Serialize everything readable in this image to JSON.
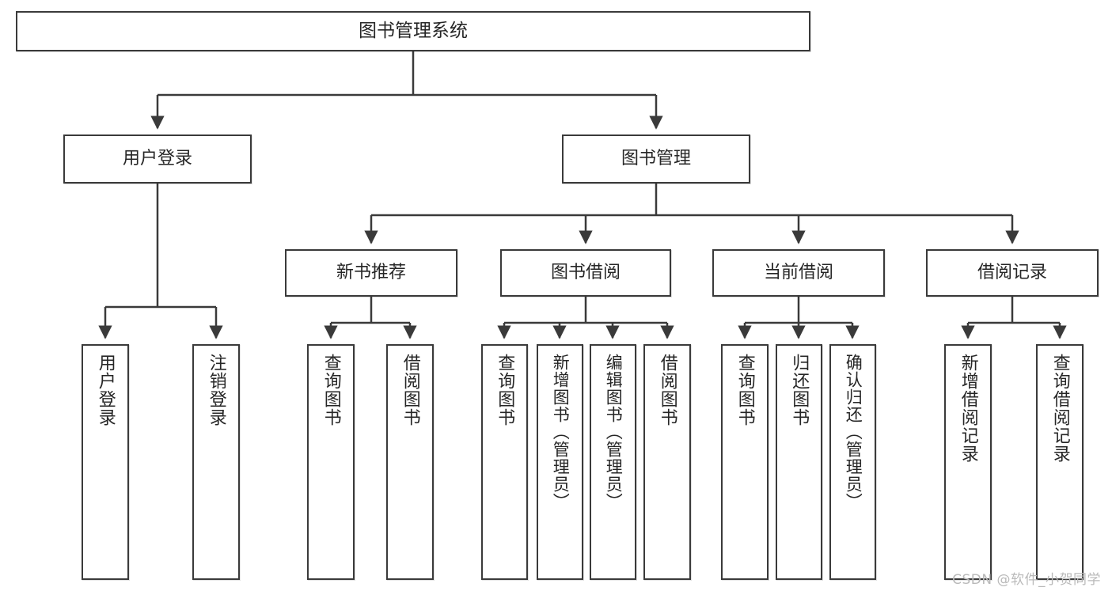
{
  "diagram": {
    "title": "图书管理系统",
    "type": "function-structure-tree",
    "root": {
      "label": "图书管理系统"
    },
    "level2": [
      {
        "label": "用户登录"
      },
      {
        "label": "图书管理"
      }
    ],
    "level3": [
      {
        "label": "新书推荐"
      },
      {
        "label": "图书借阅"
      },
      {
        "label": "当前借阅"
      },
      {
        "label": "借阅记录"
      }
    ],
    "leaves": {
      "user_login": [
        {
          "label": "用户登录"
        },
        {
          "label": "注销登录"
        }
      ],
      "new_book_recommend": [
        {
          "label": "查询图书"
        },
        {
          "label": "借阅图书"
        }
      ],
      "book_borrow": [
        {
          "label": "查询图书"
        },
        {
          "label": "新增图书（管理员）"
        },
        {
          "label": "编辑图书（管理员）"
        },
        {
          "label": "借阅图书"
        }
      ],
      "current_borrow": [
        {
          "label": "查询图书"
        },
        {
          "label": "归还图书"
        },
        {
          "label": "确认归还（管理员）"
        }
      ],
      "borrow_record": [
        {
          "label": "新增借阅记录"
        },
        {
          "label": "查询借阅记录"
        }
      ]
    }
  },
  "watermark": {
    "text": "CSDN @软件_小贺同学"
  },
  "colors": {
    "border": "#3a3a3a",
    "text": "#262626",
    "background": "#ffffff",
    "watermark": "#b9b9b9"
  }
}
